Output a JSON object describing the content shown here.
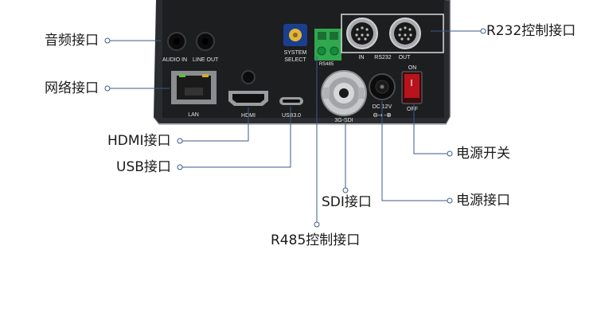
{
  "panel_labels": {
    "audio_in": "AUDIO IN",
    "line_out": "LINE OUT",
    "system": "SYSTEM",
    "select": "SELECT",
    "rs485": "RS485",
    "in": "IN",
    "rs232": "RS232",
    "out": "OUT",
    "on": "ON",
    "off": "OFF",
    "lan": "LAN",
    "hdmi": "HDMI",
    "usb": "USB3.0",
    "sdi": "3G-SDI",
    "dc": "DC 12V",
    "polarity": "⊖-◐-⊕"
  },
  "callouts": {
    "audio": "音频接口",
    "network": "网络接口",
    "hdmi": "HDMI接口",
    "usb": "USB接口",
    "rs232": "R232控制接口",
    "power_switch": "电源开关",
    "sdi": "SDI接口",
    "power_port": "电源接口",
    "rs485": "R485控制接口"
  },
  "colors": {
    "panel": "#1d1e20",
    "housing": "#2e3033",
    "line": "#3c5a8c",
    "text": "#1a1a1a",
    "green_terminal": "#2fa84f"
  }
}
